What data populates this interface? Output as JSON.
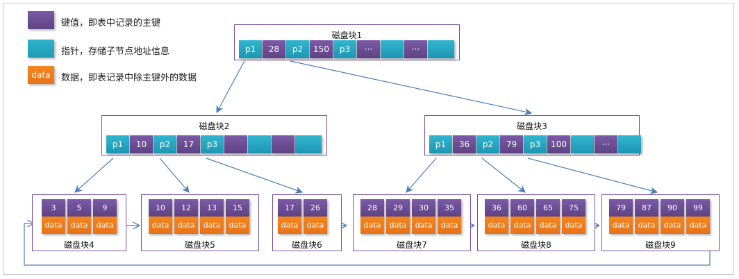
{
  "legend": [
    {
      "swatch": "key-swatch",
      "swatch_label": "",
      "text": "键值，即表中记录的主键"
    },
    {
      "swatch": "pointer-swatch",
      "swatch_label": "",
      "text": "指针，存储子节点地址信息"
    },
    {
      "swatch": "data-swatch",
      "swatch_label": "data",
      "text": "数据，即表记录中除主键外的数据"
    }
  ],
  "colors": {
    "key_purple": "#6b4f8f",
    "pointer_cyan": "#29abc8",
    "data_orange": "#f07c20",
    "box_border": "#7a4e9e",
    "arrow_blue": "#4a7ebb",
    "frame_gray": "#c9c9c9"
  },
  "internal_nodes": [
    {
      "id": "disk-block-1",
      "title": "磁盘块1",
      "cells": [
        {
          "type": "ptr",
          "label": "p1"
        },
        {
          "type": "key",
          "label": "28"
        },
        {
          "type": "ptr",
          "label": "p2"
        },
        {
          "type": "key",
          "label": "150"
        },
        {
          "type": "ptr",
          "label": "p3"
        },
        {
          "type": "key",
          "label": "···"
        },
        {
          "type": "ptr",
          "label": ""
        },
        {
          "type": "key",
          "label": "···"
        },
        {
          "type": "ptr",
          "label": ""
        }
      ]
    },
    {
      "id": "disk-block-2",
      "title": "磁盘块2",
      "cells": [
        {
          "type": "ptr",
          "label": "p1"
        },
        {
          "type": "key",
          "label": "10"
        },
        {
          "type": "ptr",
          "label": "p2"
        },
        {
          "type": "key",
          "label": "17"
        },
        {
          "type": "ptr",
          "label": "p3"
        },
        {
          "type": "key",
          "label": ""
        },
        {
          "type": "ptr",
          "label": ""
        },
        {
          "type": "key",
          "label": ""
        },
        {
          "type": "ptr",
          "label": ""
        }
      ]
    },
    {
      "id": "disk-block-3",
      "title": "磁盘块3",
      "cells": [
        {
          "type": "ptr",
          "label": "p1"
        },
        {
          "type": "key",
          "label": "36"
        },
        {
          "type": "ptr",
          "label": "p2"
        },
        {
          "type": "key",
          "label": "79"
        },
        {
          "type": "ptr",
          "label": "p3"
        },
        {
          "type": "key",
          "label": "100"
        },
        {
          "type": "ptr",
          "label": ""
        },
        {
          "type": "key",
          "label": "···"
        },
        {
          "type": "ptr",
          "label": ""
        }
      ]
    }
  ],
  "leaf_nodes": [
    {
      "id": "disk-block-4",
      "title": "磁盘块4",
      "keys": [
        "3",
        "5",
        "9"
      ],
      "data_label": "data"
    },
    {
      "id": "disk-block-5",
      "title": "磁盘块5",
      "keys": [
        "10",
        "12",
        "13",
        "15"
      ],
      "data_label": "data"
    },
    {
      "id": "disk-block-6",
      "title": "磁盘块6",
      "keys": [
        "17",
        "26"
      ],
      "data_label": "data"
    },
    {
      "id": "disk-block-7",
      "title": "磁盘块7",
      "keys": [
        "28",
        "29",
        "30",
        "35"
      ],
      "data_label": "data"
    },
    {
      "id": "disk-block-8",
      "title": "磁盘块8",
      "keys": [
        "36",
        "60",
        "65",
        "75"
      ],
      "data_label": "data"
    },
    {
      "id": "disk-block-9",
      "title": "磁盘块9",
      "keys": [
        "79",
        "87",
        "90",
        "99"
      ],
      "data_label": "data"
    }
  ]
}
